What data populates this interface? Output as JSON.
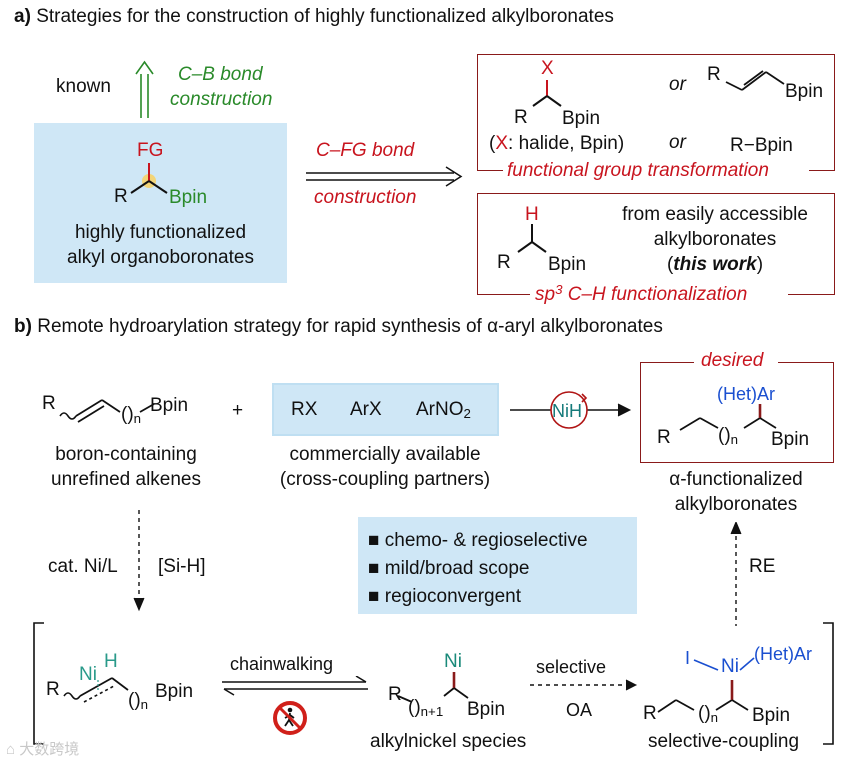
{
  "section_a": {
    "label": "a)",
    "title": "Strategies for the construction of highly functionalized alkylboronates",
    "known": "known",
    "cb_line1": "C–B bond",
    "cb_line2": "construction",
    "fg": "FG",
    "r": "R",
    "bpin": "Bpin",
    "center_caption_1": "highly functionalized",
    "center_caption_2": "alkyl organoboronates",
    "cfg_line1": "C–FG bond",
    "cfg_line2": "construction",
    "box1": {
      "x": "X",
      "r": "R",
      "bpin": "Bpin",
      "note_open": "(",
      "note_x": "X",
      "note_rest": ": halide, Bpin)",
      "or1": "or",
      "or2": "or",
      "alkene_r": "R",
      "alkene_bpin": "Bpin",
      "rb": "R−Bpin",
      "caption": "functional group transformation"
    },
    "box2": {
      "h": "H",
      "r": "R",
      "bpin": "Bpin",
      "line1": "from easily accessible",
      "line2": "alkylboronates",
      "line3_open": "(",
      "line3_bold": "this work",
      "line3_close": ")",
      "caption_sp": "sp",
      "caption_sup": "3",
      "caption_rest": " C–H functionalization"
    }
  },
  "section_b": {
    "label": "b)",
    "title": "Remote hydroarylation strategy for rapid synthesis of α-aryl alkylboronates",
    "r": "R",
    "bpin": "Bpin",
    "n": "n",
    "plus": "+",
    "left_caption_1": "boron-containing",
    "left_caption_2": "unrefined alkenes",
    "partners": [
      "RX",
      "ArX",
      "ArNO"
    ],
    "partners_sub": "2",
    "partners_caption_1": "commercially available",
    "partners_caption_2": "(cross-coupling partners)",
    "nih": "NiH",
    "desired": "desired",
    "product_het": "(Het)Ar",
    "product_r": "R",
    "product_bpin": "Bpin",
    "product_caption_1": "α-functionalized",
    "product_caption_2": "alkylboronates",
    "cat_ni": "cat. Ni/L",
    "si_h": "[Si-H]",
    "features": [
      "chemo- & regioselective",
      "mild/broad scope",
      "regioconvergent"
    ],
    "re": "RE",
    "ni": "Ni",
    "h": "H",
    "chainwalking": "chainwalking",
    "alkylnickel_sub": "n+1",
    "alkylnickel_caption": "alkylnickel species",
    "selective": "selective",
    "oa": "OA",
    "coupling_i": "I",
    "coupling_het": "(Het)Ar",
    "coupling_caption": "selective-coupling"
  },
  "watermark": "大数跨境"
}
